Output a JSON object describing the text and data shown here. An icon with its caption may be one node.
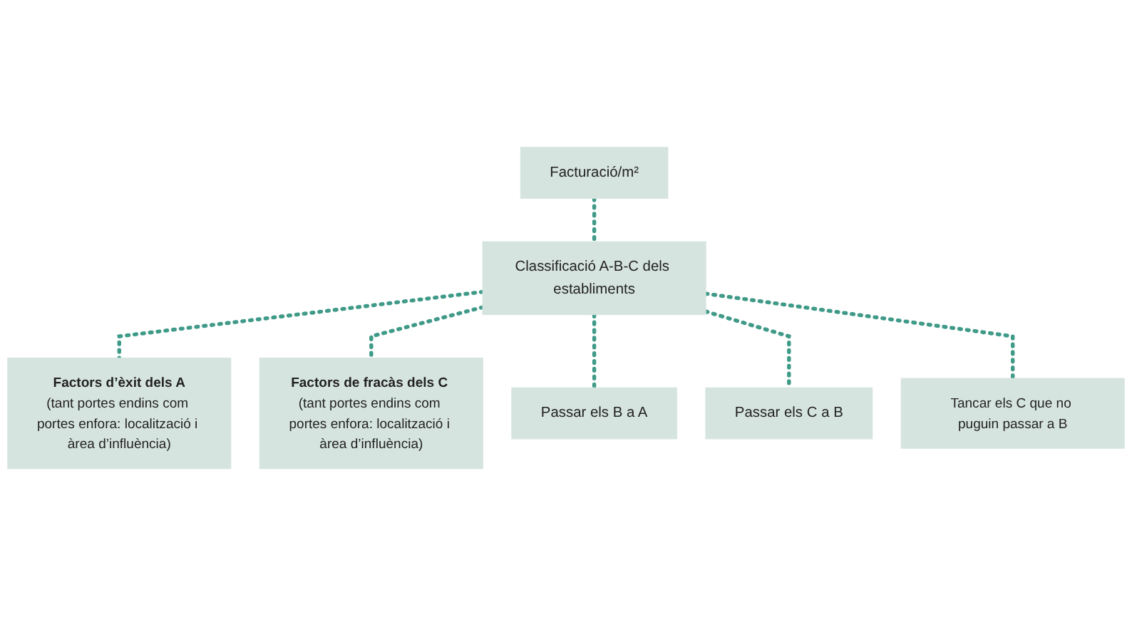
{
  "diagram": {
    "nodes": [
      {
        "text": [
          "Facturació/m²"
        ]
      },
      {
        "text": [
          "Classificació A-B-C dels establiments"
        ]
      },
      {
        "text": [
          "Factors d’èxit dels A",
          "(tant portes endins com portes enfora: localització i àrea d’influència)"
        ]
      },
      {
        "text": [
          "**Factors de fracàs dels C** (tant portes endins com portes enfora: localització i àrea d’influència)"
        ]
      },
      {
        "text": [
          "Passar els B a A"
        ]
      },
      {
        "text": [
          "Passar els C a B"
        ]
      },
      {
        "text": [
          "Tancar els C que no puguin passar a B"
        ]
      }
    ],
    "edges": [
      {
        "from": 0,
        "to": 1,
        "arrow": "none",
        "style": "dashed"
      },
      {
        "from": 1,
        "to": 2,
        "arrow": "none",
        "style": "dashed"
      },
      {
        "from": 1,
        "to": 3,
        "arrow": "none",
        "style": "dashed"
      },
      {
        "from": 1,
        "to": 4,
        "arrow": "none",
        "style": "dashed"
      },
      {
        "from": 1,
        "to": 5,
        "arrow": "none",
        "style": "dashed"
      },
      {
        "from": 1,
        "to": 6,
        "arrow": "none",
        "style": "dashed"
      }
    ]
  }
}
